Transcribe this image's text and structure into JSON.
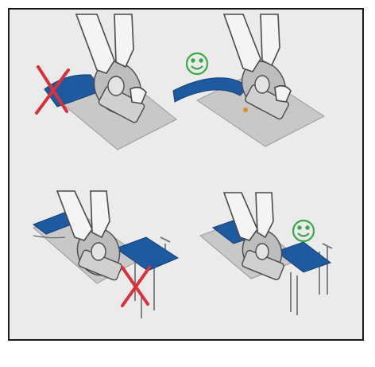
{
  "illustration": {
    "panels": [
      {
        "id": "top-left",
        "verdict": "incorrect",
        "marker": "red-x-icon"
      },
      {
        "id": "top-right",
        "verdict": "correct",
        "marker": "smiley-icon"
      },
      {
        "id": "bottom-left",
        "verdict": "incorrect",
        "marker": "red-x-icon"
      },
      {
        "id": "bottom-right",
        "verdict": "correct",
        "marker": "smiley-icon"
      }
    ]
  },
  "colors": {
    "background": "#ebebeb",
    "frame": "#1a1a1a",
    "table": "#c8c8c8",
    "workpiece": "#1e5aa0",
    "cross": "#d9323a",
    "smiley": "#3aa84a",
    "saw": "#bdbdbd",
    "line": "#4a4a4a"
  }
}
